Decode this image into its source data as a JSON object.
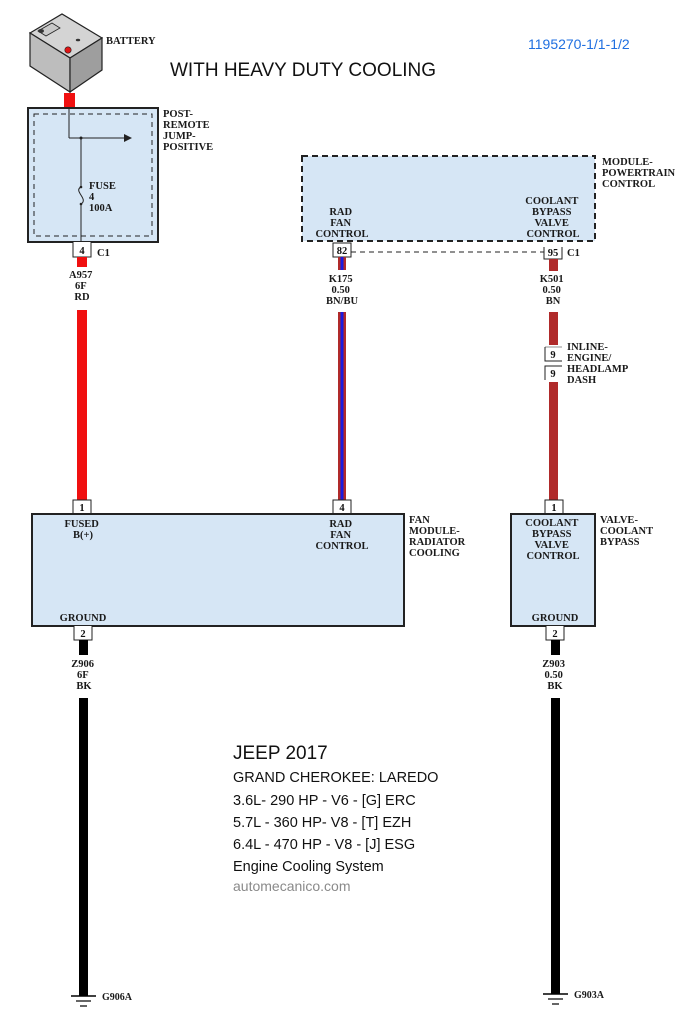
{
  "header": {
    "title": "WITH HEAVY DUTY COOLING",
    "doc_id": "1195270-1/1-1/2",
    "doc_id_color": "#1f6fe0"
  },
  "battery": {
    "label": "BATTERY"
  },
  "post_remote": {
    "label": [
      "POST-",
      "REMOTE",
      "JUMP-",
      "POSITIVE"
    ],
    "fuse": [
      "FUSE",
      "4",
      "100A"
    ],
    "pin": "4",
    "connector": "C1"
  },
  "pcm": {
    "label": [
      "MODULE-",
      "POWERTRAIN",
      "CONTROL"
    ],
    "rad_fan_label": [
      "RAD",
      "FAN",
      "CONTROL"
    ],
    "coolant_label": [
      "COOLANT",
      "BYPASS",
      "VALVE",
      "CONTROL"
    ],
    "pin_rad": "82",
    "pin_coolant": "95",
    "connector": "C1"
  },
  "wires": {
    "a957": [
      "A957",
      "6F",
      "RD"
    ],
    "k175": [
      "K175",
      "0.50",
      "BN/BU"
    ],
    "k501": [
      "K501",
      "0.50",
      "BN"
    ],
    "z906": [
      "Z906",
      "6F",
      "BK"
    ],
    "z903": [
      "Z903",
      "0.50",
      "BK"
    ]
  },
  "wire_colors": {
    "red": "#f01010",
    "brown": "#b02a2a",
    "blue": "#1a1ae0",
    "black": "#000000"
  },
  "inline": {
    "label": [
      "INLINE-",
      "ENGINE/",
      "HEADLAMP",
      "DASH"
    ],
    "pin_top": "9",
    "pin_bottom": "9"
  },
  "fan_module": {
    "label": [
      "FAN",
      "MODULE-",
      "RADIATOR",
      "COOLING"
    ],
    "fused_label": [
      "FUSED",
      "B(+)"
    ],
    "rad_fan_label": [
      "RAD",
      "FAN",
      "CONTROL"
    ],
    "ground_label": "GROUND",
    "pin_fused": "1",
    "pin_rad": "4",
    "pin_ground": "2"
  },
  "valve": {
    "label": [
      "VALVE-",
      "COOLANT",
      "BYPASS"
    ],
    "inner_label": [
      "COOLANT",
      "BYPASS",
      "VALVE",
      "CONTROL"
    ],
    "ground_label": "GROUND",
    "pin_in": "1",
    "pin_ground": "2"
  },
  "grounds": {
    "left": "G906A",
    "right": "G903A"
  },
  "info": {
    "make_year": "JEEP 2017",
    "model": "GRAND CHEROKEE: LAREDO",
    "engines": [
      "3.6L- 290 HP - V6 - [G] ERC",
      "5.7L - 360 HP- V8 - [T] EZH",
      "6.4L - 470 HP - V8 - [J] ESG"
    ],
    "system": "Engine Cooling System",
    "website": "automecanico.com"
  }
}
